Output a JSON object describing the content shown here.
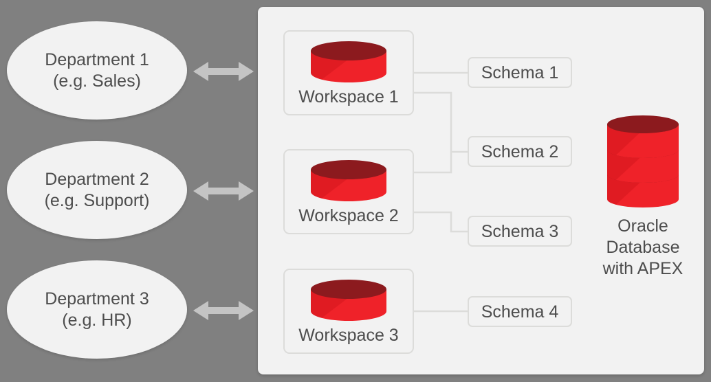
{
  "canvas": {
    "background_color": "#808080",
    "panel_background_color": "#f2f2f2",
    "accent_red": "#e8232a",
    "accent_dark_red": "#8c1a1e",
    "text_color": "#4d4d4d",
    "border_color": "#dcdcda"
  },
  "departments": [
    {
      "line1": "Department 1",
      "line2": "(e.g. Sales)"
    },
    {
      "line1": "Department 2",
      "line2": "(e.g. Support)"
    },
    {
      "line1": "Department 3",
      "line2": "(e.g. HR)"
    }
  ],
  "arrows": [
    {
      "name": "bidirectional-arrow-1"
    },
    {
      "name": "bidirectional-arrow-2"
    },
    {
      "name": "bidirectional-arrow-3"
    }
  ],
  "workspaces": [
    {
      "label": "Workspace 1"
    },
    {
      "label": "Workspace 2"
    },
    {
      "label": "Workspace 3"
    }
  ],
  "schemas": [
    {
      "label": "Schema 1"
    },
    {
      "label": "Schema 2"
    },
    {
      "label": "Schema 3"
    },
    {
      "label": "Schema 4"
    }
  ],
  "database": {
    "line1": "Oracle",
    "line2": "Database",
    "line3": "with APEX"
  },
  "connections": [
    {
      "from": "Workspace 1",
      "to": "Schema 1"
    },
    {
      "from": "Workspace 1",
      "to": "Schema 2"
    },
    {
      "from": "Workspace 2",
      "to": "Schema 2"
    },
    {
      "from": "Workspace 2",
      "to": "Schema 3"
    },
    {
      "from": "Workspace 3",
      "to": "Schema 4"
    }
  ]
}
